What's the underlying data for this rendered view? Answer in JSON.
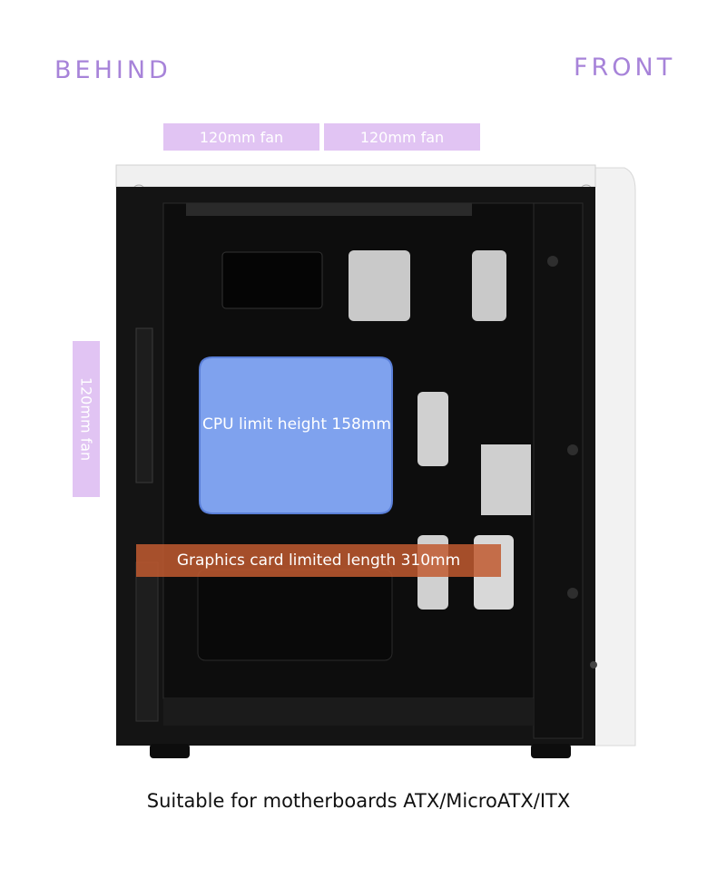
{
  "labels": {
    "behind": "BEHIND",
    "front": "FRONT",
    "fan_top_left": "120mm fan",
    "fan_top_right": "120mm fan",
    "fan_rear": "120mm fan",
    "cpu_limit": "CPU limit height 158mm",
    "gpu_limit": "Graphics card limited length 310mm",
    "caption": "Suitable for motherboards ATX/MicroATX/ITX"
  },
  "colors": {
    "label_purple": "#a783d9",
    "fan_band": "#e1c4f3",
    "cpu_overlay": "#7fa2ee",
    "gpu_overlay": "#c15a30",
    "case_black": "#121212",
    "case_white": "#f4f4f4"
  }
}
